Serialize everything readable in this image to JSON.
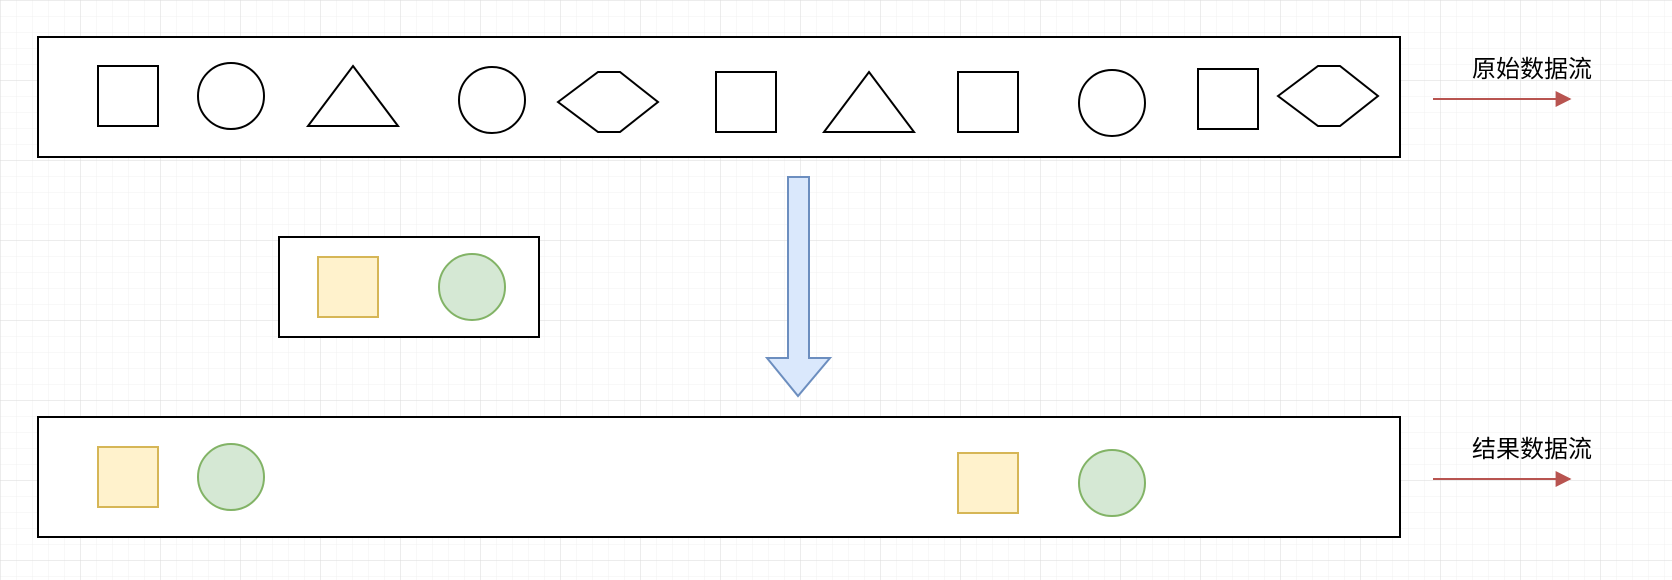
{
  "labels": {
    "original_stream": "原始数据流",
    "result_stream": "结果数据流"
  },
  "colors": {
    "stroke": "#000000",
    "square_fill": "#fff2cc",
    "square_stroke": "#d6b656",
    "circle_fill": "#d5e8d4",
    "circle_stroke": "#82b366",
    "arrow_fill": "#dae8fc",
    "arrow_stroke": "#6c8ebf",
    "stream_arrow": "#b85450",
    "grid_minor": "#f0f0f0",
    "grid_major": "#dadada"
  },
  "diagram": {
    "original_stream_shapes": [
      "square",
      "circle",
      "triangle",
      "circle",
      "hexagon",
      "square",
      "triangle",
      "square",
      "circle",
      "square",
      "hexagon"
    ],
    "filter_shapes": [
      "square",
      "circle"
    ],
    "result_stream_shapes": [
      "square",
      "circle",
      "square",
      "circle"
    ]
  }
}
